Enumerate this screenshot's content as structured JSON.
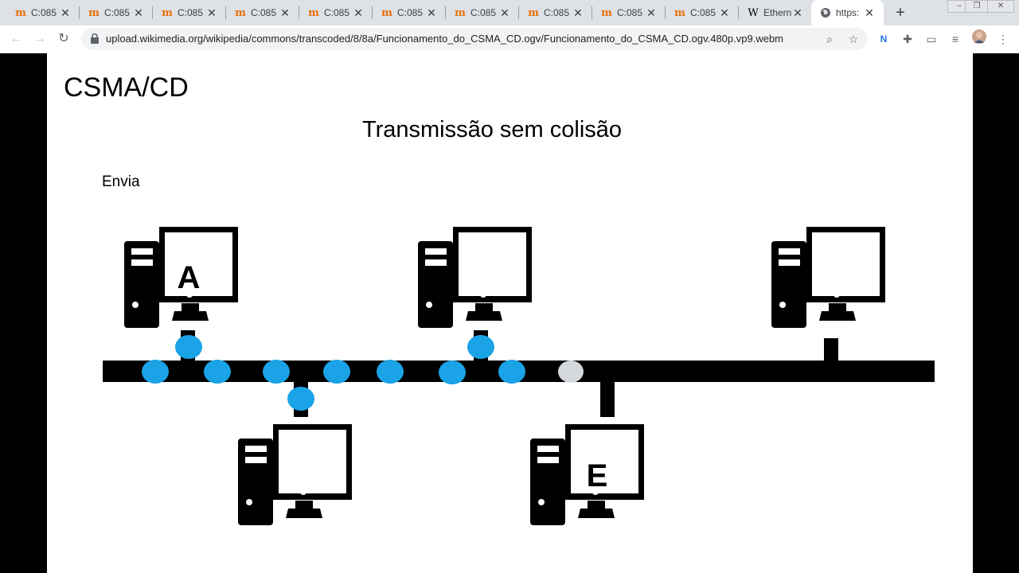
{
  "browser": {
    "tabs": [
      {
        "title": "C:085",
        "favicon": "moodle-icon"
      },
      {
        "title": "C:085",
        "favicon": "moodle-icon"
      },
      {
        "title": "C:085",
        "favicon": "moodle-icon"
      },
      {
        "title": "C:085",
        "favicon": "moodle-icon"
      },
      {
        "title": "C:085",
        "favicon": "moodle-icon"
      },
      {
        "title": "C:085",
        "favicon": "moodle-icon"
      },
      {
        "title": "C:085",
        "favicon": "moodle-icon"
      },
      {
        "title": "C:085",
        "favicon": "moodle-icon"
      },
      {
        "title": "C:085",
        "favicon": "moodle-icon"
      },
      {
        "title": "C:085",
        "favicon": "moodle-icon"
      },
      {
        "title": "Ethern",
        "favicon": "wikipedia-icon"
      },
      {
        "title": "https:",
        "favicon": "globe-icon",
        "active": true
      }
    ],
    "url": "upload.wikimedia.org/wikipedia/commons/transcoded/8/8a/Funcionamento_do_CSMA_CD.ogv/Funcionamento_do_CSMA_CD.ogv.480p.vp9.webm"
  },
  "slide": {
    "title": "CSMA/CD",
    "subtitle": "Transmissão sem colisão",
    "label": "Envia",
    "computers": [
      {
        "label": "A"
      },
      {
        "label": ""
      },
      {
        "label": ""
      },
      {
        "label": ""
      },
      {
        "label": "E"
      }
    ],
    "colors": {
      "signal": "#1aa3e6",
      "signal_idle": "#d4d8dc",
      "cable": "#000000"
    }
  }
}
